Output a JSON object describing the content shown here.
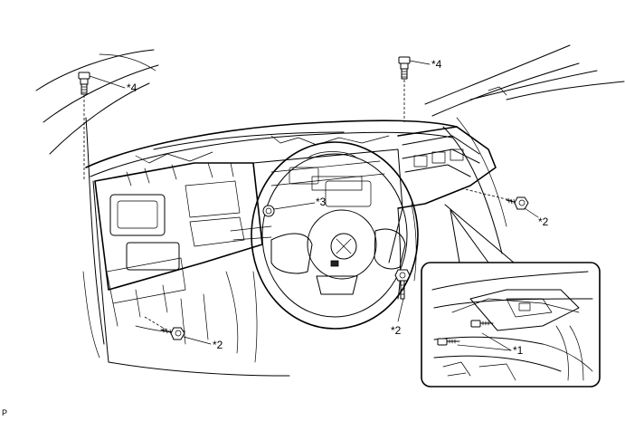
{
  "diagram": {
    "callouts": {
      "c4_left": "*4",
      "c4_right": "*4",
      "c3": "*3",
      "c2_right": "*2",
      "c2_center": "*2",
      "c2_bottom": "*2",
      "c1": "*1"
    },
    "corner_mark": "P",
    "colors": {
      "line": "#000000",
      "background": "#ffffff"
    },
    "icons": [
      "bolt-icon",
      "screw-icon",
      "clip-icon"
    ]
  }
}
